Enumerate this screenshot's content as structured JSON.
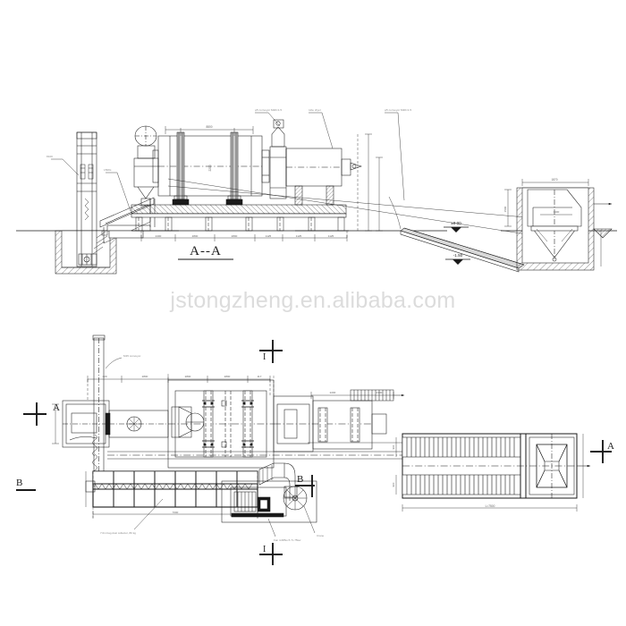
{
  "document": {
    "type": "engineering-drawing",
    "subject": "Rotary drum dryer production line general arrangement",
    "background_color": "#ffffff",
    "line_color": "#1a1a1a",
    "sheet_size": "700x700"
  },
  "watermark": {
    "text": "jstongzheng.en.alibaba.com",
    "color": "#dcdcdc"
  },
  "views": {
    "elevation": {
      "title": "A--A",
      "caption_underline": true
    },
    "plan": {
      "title": ""
    }
  },
  "section_marks": {
    "elevation_left": "",
    "plan_left_top": "A",
    "plan_left_bottom": "B",
    "plan_right_top": "A",
    "plan_right_bottom": "B",
    "plan_top_center": "I",
    "plan_bottom_center": "I"
  },
  "levels": [
    {
      "label": "±0.00",
      "kind": "datum-triangle"
    },
    {
      "label": "-1.50",
      "kind": "datum-triangle"
    }
  ],
  "leader_notes": {
    "elevation": [
      "φ5 conveyor M20×1.5",
      "tube dryer",
      "φ5 conveyor M20×1.5",
      "8100",
      "1500s"
    ],
    "plan": [
      "M15 conveyor",
      "7.0m bag dust collector, 80 kg",
      "Fan 4-68No.5 7L 75kw",
      "Crane"
    ]
  },
  "dimension_strings": {
    "elevation_bottom": [
      "2400",
      "2800",
      "2800",
      "1125",
      "1125",
      "1125"
    ],
    "elevation_drum_span": "8800",
    "elevation_pit": "1870",
    "elevation_pit_inner": "1400",
    "elevation_pit_depth": "1500",
    "plan_top": [
      "420",
      "2800",
      "2800",
      "2800",
      "117"
    ],
    "plan_cooler_total": "L=7500",
    "plan_filter_length": "7000",
    "plan_filter_width": "900"
  },
  "equipment": {
    "elevation": [
      "bucket-elevator-tower",
      "feed-pit",
      "inclined-belt-conveyor",
      "feed-hopper-cyclone",
      "rotary-drum-dryer",
      "trunnion-support",
      "girth-gear-drive",
      "support-platform",
      "steel-columns",
      "discharge-duct",
      "secondary-drum",
      "discharge-pit-hopper"
    ],
    "plan": [
      "elevator-shaft",
      "feed-box",
      "screw-feeder",
      "drive-motor",
      "rotary-drum-dryer",
      "riding-ring",
      "discharge-housing",
      "bag-dust-collector",
      "screw-conveyor",
      "induced-draft-fan",
      "fan-motor-base",
      "duct-run",
      "finned-cooler",
      "stack-cap"
    ]
  }
}
